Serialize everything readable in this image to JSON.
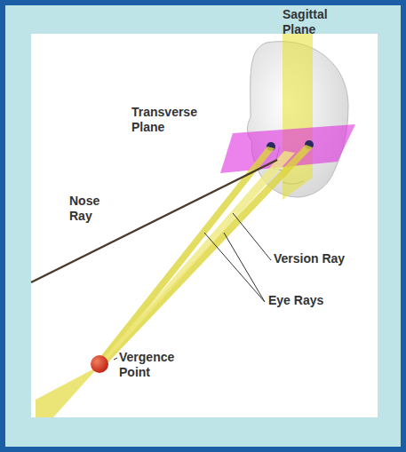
{
  "diagram": {
    "labels": [
      "Sagittal Plane",
      "Transverse Plane",
      "Nose Ray",
      "Version Ray",
      "Eye Rays",
      "Vergence Point"
    ]
  }
}
